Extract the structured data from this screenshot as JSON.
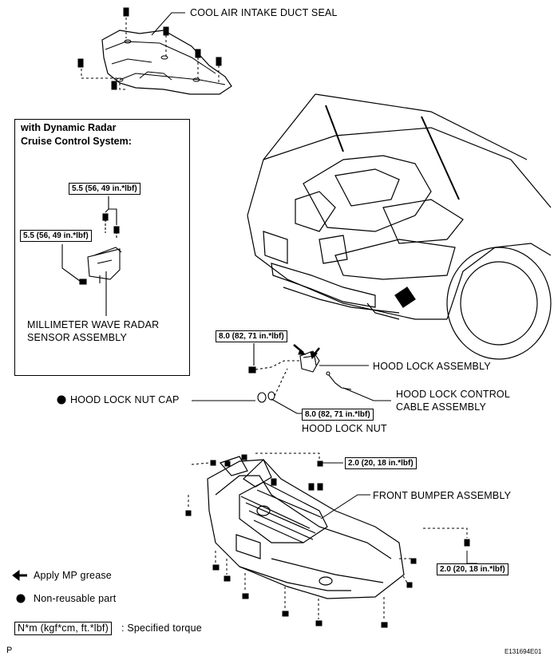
{
  "labels": {
    "cool_air_seal": "COOL AIR INTAKE DUCT SEAL",
    "radar_sensor_1": "MILLIMETER WAVE RADAR",
    "radar_sensor_2": "SENSOR ASSEMBLY",
    "hood_lock_assembly": "HOOD LOCK ASSEMBLY",
    "hood_lock_cable_1": "HOOD LOCK CONTROL",
    "hood_lock_cable_2": "CABLE ASSEMBLY",
    "hood_lock_nut_cap": "HOOD LOCK NUT CAP",
    "hood_lock_nut": "HOOD LOCK NUT",
    "front_bumper": "FRONT BUMPER ASSEMBLY"
  },
  "inset": {
    "title_line1": "with Dynamic Radar",
    "title_line2": "Cruise Control System:",
    "torque_top": "5.5 (56, 49 in.*lbf)",
    "torque_left": "5.5 (56, 49 in.*lbf)"
  },
  "torques": {
    "hood_lock_bolt": "8.0 (82, 71 in.*lbf)",
    "hood_lock_nut": "8.0 (82, 71 in.*lbf)",
    "bumper_top": "2.0 (20, 18 in.*lbf)",
    "bumper_right": "2.0 (20, 18 in.*lbf)"
  },
  "legend": {
    "grease": "Apply MP grease",
    "non_reusable": "Non-reusable part",
    "torque_unit": "N*m (kgf*cm, ft.*lbf)",
    "torque_desc": ": Specified torque"
  },
  "footer": {
    "page_mark": "P",
    "figure_id": "E131694E01"
  }
}
